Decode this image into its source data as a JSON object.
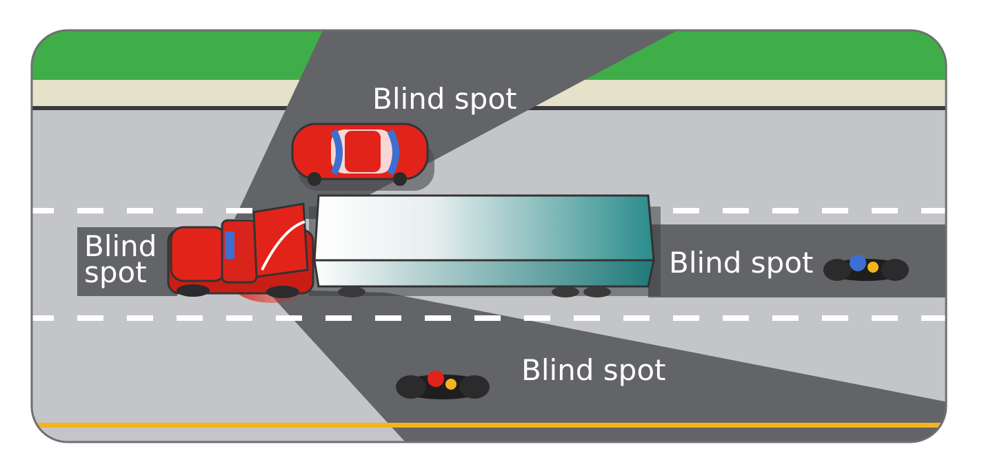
{
  "labels": {
    "top": "Blind spot",
    "front_line1": "Blind",
    "front_line2": "spot",
    "rear": "Blind spot",
    "bottom": "Blind spot"
  },
  "colors": {
    "grass": "#3fae49",
    "shoulder": "#e6e2c9",
    "road": "#c4c5c8",
    "blind_spot": "#636467",
    "lane_marking": "#ffffff",
    "edge_line": "#f2b51e",
    "truck_cab": "#e2231a",
    "trailer_dark": "#2a8c8c",
    "car": "#e2231a"
  }
}
